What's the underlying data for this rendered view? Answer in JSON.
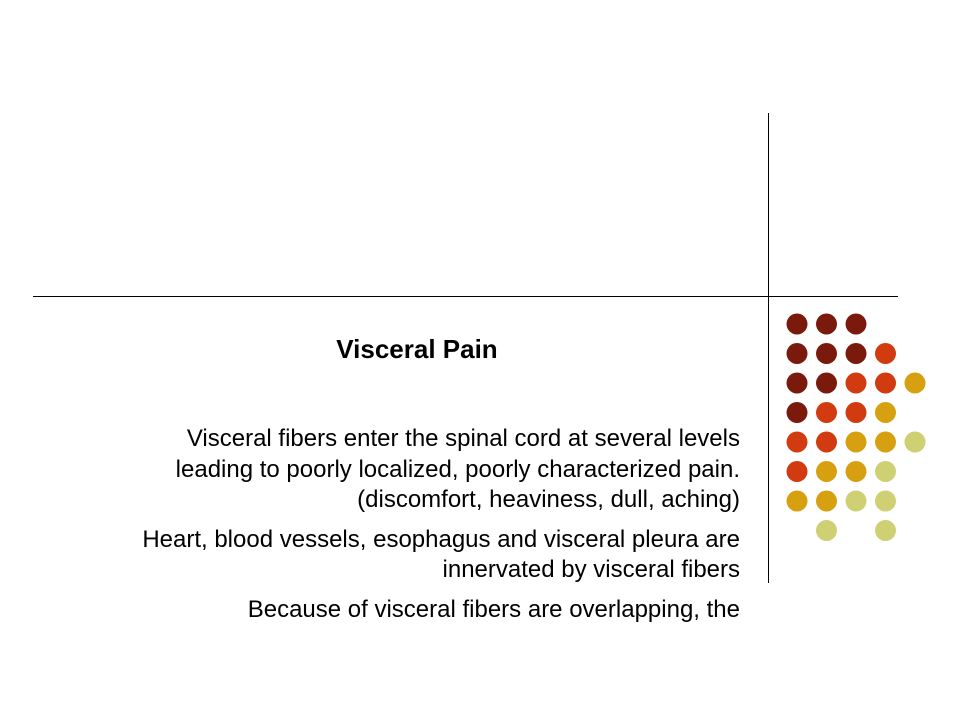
{
  "slide": {
    "title": "Visceral Pain",
    "paragraphs": [
      "Visceral fibers enter the spinal cord at several levels leading to poorly localized, poorly characterized pain. (discomfort, heaviness, dull, aching)",
      "Heart, blood vessels, esophagus and visceral pleura are innervated by visceral fibers",
      "Because of visceral fibers are overlapping, the"
    ]
  },
  "palette": {
    "maroon": "#7a1a0c",
    "orange_red": "#d23a10",
    "gold": "#d6a010",
    "pale_olive": "#cfcf73"
  },
  "dot_grid": [
    [
      "maroon",
      "maroon",
      "maroon",
      null,
      null
    ],
    [
      "maroon",
      "maroon",
      "maroon",
      "orange_red",
      null
    ],
    [
      "maroon",
      "maroon",
      "orange_red",
      "orange_red",
      "gold"
    ],
    [
      "maroon",
      "orange_red",
      "orange_red",
      "gold",
      null
    ],
    [
      "orange_red",
      "orange_red",
      "gold",
      "gold",
      "pale_olive"
    ],
    [
      "orange_red",
      "gold",
      "gold",
      "pale_olive",
      null
    ],
    [
      "gold",
      "gold",
      "pale_olive",
      "pale_olive",
      null
    ],
    [
      null,
      "pale_olive",
      null,
      "pale_olive",
      null
    ]
  ]
}
